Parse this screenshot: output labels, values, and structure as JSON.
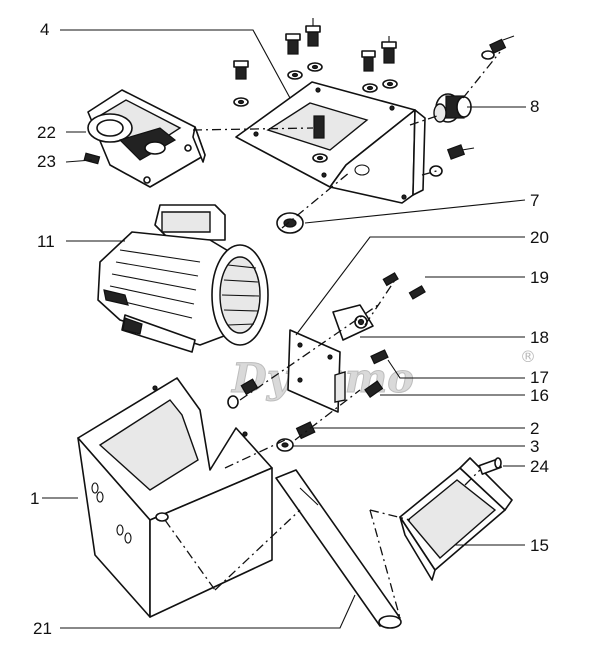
{
  "watermark": {
    "text": "Dynamo",
    "symbol": "®"
  },
  "callouts": {
    "c1": "1",
    "c2": "2",
    "c3": "3",
    "c4": "4",
    "c7": "7",
    "c8": "8",
    "c11": "11",
    "c15": "15",
    "c16": "16",
    "c17": "17",
    "c18": "18",
    "c19": "19",
    "c20": "20",
    "c21": "21",
    "c22": "22",
    "c23": "23",
    "c24": "24"
  },
  "icons": {
    "bolt": "bolt-icon",
    "washer": "washer-icon",
    "nut": "nut-icon"
  }
}
